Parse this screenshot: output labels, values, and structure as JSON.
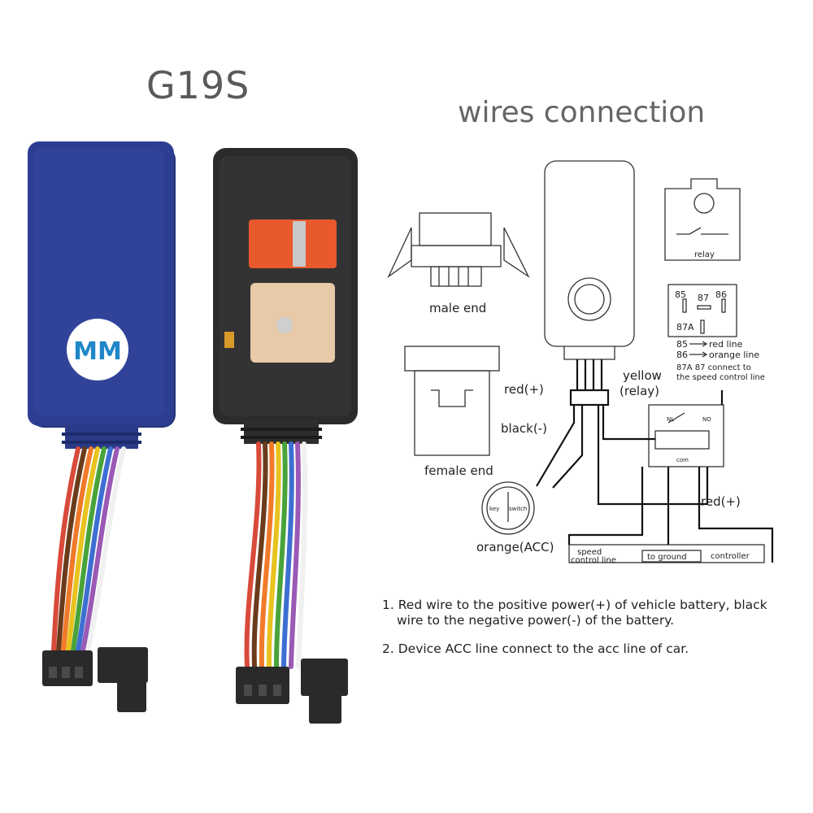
{
  "title": "G19S",
  "subtitle": "wires connection",
  "logo": {
    "text": "MM",
    "color": "#1f86c8"
  },
  "device_colors": {
    "front_case": "#2d3e92",
    "back_case": "#2b2b2b",
    "sim_card": "#e8592c",
    "gps_patch": "#e8c9a8"
  },
  "wire_colors": [
    "#d84a3a",
    "#6b3b1b",
    "#f07a2a",
    "#e8c21e",
    "#49a33b",
    "#3c6fd1",
    "#9a59b5",
    "#f0f0f0",
    "#e86a6a",
    "#333333"
  ],
  "diagram": {
    "labels": {
      "male_end": "male end",
      "female_end": "female end",
      "red_plus_top": "red(+)",
      "yellow": "yellow",
      "relay_paren": "(relay)",
      "black_minus": "black(-)",
      "orange_acc": "orange(ACC)",
      "red_plus_side": "red(+)",
      "relay": "relay",
      "pin85": "85",
      "pin87": "87",
      "pin86": "86",
      "pin87a": "87A",
      "line85": "85",
      "line85_text": "red line",
      "line86": "86",
      "line86_text": "orange line",
      "line87a_1": "87A 87 connect to",
      "line87a_2": "the speed control line",
      "nl": "NL",
      "no": "NO",
      "com": "com",
      "key": "key",
      "switch": "switch",
      "speed": "speed",
      "control_line": "control line",
      "to_ground": "to ground",
      "controller": "controller"
    }
  },
  "notes": [
    {
      "num": "1.",
      "text": "Red wire to the positive power(+) of vehicle battery, black wire to the negative power(-) of the battery."
    },
    {
      "num": "2.",
      "text": "Device ACC line connect to the acc line of car."
    }
  ]
}
